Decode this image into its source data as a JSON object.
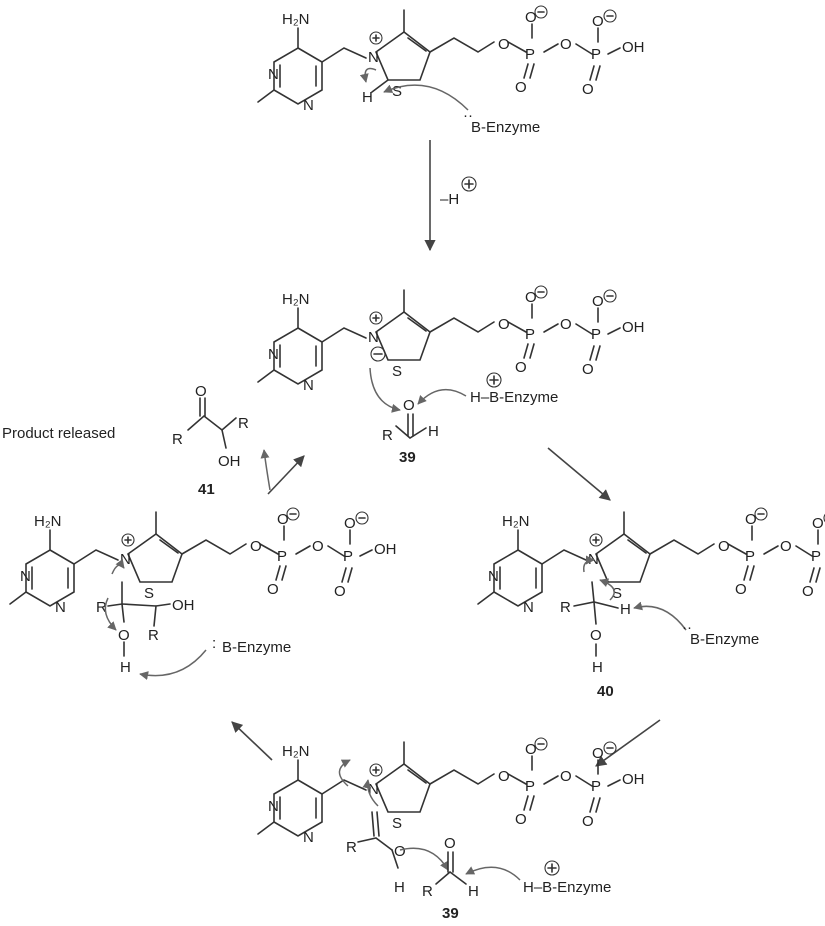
{
  "labels": {
    "deprotonation": "–H",
    "product_released": "Product released",
    "base": "B-Enzyme",
    "protonated_base": "H–B-Enzyme",
    "nh2": "H₂N",
    "n": "N",
    "s": "S",
    "o": "O",
    "p": "P",
    "oh": "OH",
    "h": "H",
    "r": "R"
  },
  "compounds": {
    "aldehyde_number": "39",
    "adduct_number": "40",
    "product_number": "41"
  }
}
